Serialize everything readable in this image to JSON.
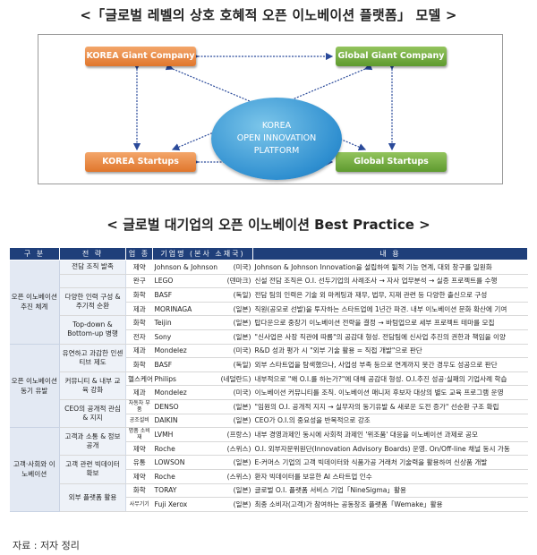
{
  "titles": {
    "model": "<「글로벌 레벨의 상호 호혜적 오픈 이노베이션 플랫폼」 모델 >",
    "best_practice": "< 글로벌 대기업의 오픈 이노베이션 Best Practice >"
  },
  "diagram": {
    "korea_giant": "KOREA Giant Company",
    "global_giant": "Global Giant Company",
    "korea_startups": "KOREA Startups",
    "global_startups": "Global Startups",
    "center": [
      "KOREA",
      "OPEN INNOVATION",
      "PLATFORM"
    ]
  },
  "table": {
    "headers": [
      "구 분",
      "전 략",
      "업 종",
      "기업명 (본사 소재국)",
      "내 용"
    ],
    "groups": [
      "오픈 이노베이션 추진 체계",
      "오픈 이노베이션 동기 유발",
      "고객·사회와 이노베이션"
    ],
    "strategies": [
      "전담 조직 발족",
      "다양한 인력 구성 & 주기적 순환",
      "Top-down & Bottom-up 병행",
      "유연하고 과감한 인센티브 제도",
      "커뮤니티 & 내부 교육 강화",
      "CEO의 공개적 관심 & 지지",
      "고객과 소통 & 정보 공개",
      "고객 관련 빅데이터 확보",
      "외부 플랫폼 활용"
    ],
    "rows": [
      {
        "industry": "제약",
        "company": "Johnson & Johnson",
        "country": "(미국)",
        "content": "Johnson & Johnson Innovation을 설립하여 될적 기능 연계, 대외 창구를 일원화"
      },
      {
        "industry": "완구",
        "company": "LEGO",
        "country": "(덴마크)",
        "content": "신설 전담 조직은 O.I. 선두기업의 사례조사 → 자사 업무분석 → 실증 프로젝트를 수행"
      },
      {
        "industry": "화학",
        "company": "BASF",
        "country": "(독일)",
        "content": "전담 팀의 인력은 기술 외 마케팅과 재무, 법무, 지재 관련 등 다양한 출신으로 구성"
      },
      {
        "industry": "제과",
        "company": "MORINAGA",
        "country": "(일본)",
        "content": "직원(공모로 선발)을 투자하는 스타트업에 1년간 파견. 내부 이노베이션 문화 확산에 기여"
      },
      {
        "industry": "화학",
        "company": "Teijin",
        "country": "(일본)",
        "content": "탑다운으로 중장기 이노베이션 전략을 결정 → 바텀업으로 세부 프로젝트 테마를 모집"
      },
      {
        "industry": "전자",
        "company": "Sony",
        "country": "(일본)",
        "content": "\"신사업은 사장 직관에 따름\"의 공감대 형성. 전담팀에 신사업 추진의 권한과 책임을 이양"
      },
      {
        "industry": "제과",
        "company": "Mondelez",
        "country": "(미국)",
        "content": "R&D 성과 평가 시 \"외부 기술 활용 = 직접 개발\"으로 판단"
      },
      {
        "industry": "화학",
        "company": "BASF",
        "country": "(독일)",
        "content": "외부 스타트업을 탐색했으나, 사업성 부족 등으로 연계까지 못간 경우도 성공으로 판단"
      },
      {
        "industry": "헬스케어",
        "company": "Philips",
        "country": "(네덜란드)",
        "content": "내부적으로 \"왜 O.I.를 하는가?\"에 대해 공감대 형성. O.I.추진 성공·실패의 기업사례 학습"
      },
      {
        "industry": "제과",
        "company": "Mondelez",
        "country": "(미국)",
        "content": "이노베이션 커뮤니티를 조직. 이노베이션 매니저 후보자 대상의 별도 교육 프로그램 운영"
      },
      {
        "industry": "자동차 부품",
        "company": "DENSO",
        "country": "(일본)",
        "content": "\"임원의 O.I. 공개적 지지 → 실무자의 동기유발 & 새로운 도전 증가\" 선순환 구조 확립"
      },
      {
        "industry": "공조설비",
        "company": "DAIKIN",
        "country": "(일본)",
        "content": "CEO가 O.I.의 중요성을 반복적으로 강조"
      },
      {
        "industry": "명품 소비재",
        "company": "LVMH",
        "country": "(프랑스)",
        "content": "내부 경영과제인 동시에 사회적 과제인 '위조품' 대응을 이노베이션 과제로 공모"
      },
      {
        "industry": "제약",
        "company": "Roche",
        "country": "(스위스)",
        "content": "O.I. 외부자문위원단(Innovation Advisory Boards) 운영. On/Off-line 채널 동시 가동"
      },
      {
        "industry": "유통",
        "company": "LOWSON",
        "country": "(일본)",
        "content": "E-커머스 기업의 고객 빅데이터와 식품가공 거래처 기술력을 활용하여 신상품 개발"
      },
      {
        "industry": "제약",
        "company": "Roche",
        "country": "(스위스)",
        "content": "환자 빅데이터를 보유한 AI 스타트업 인수"
      },
      {
        "industry": "화학",
        "company": "TORAY",
        "country": "(일본)",
        "content": "글로벌 O.I. 플랫폼 서비스 기업「NineSigma」활용"
      },
      {
        "industry": "사무기기",
        "company": "Fuji Xerox",
        "country": "(일본)",
        "content": "최종 소비자(고객)가 참여하는 공동창조 플랫폼「Wemake」활용"
      }
    ]
  },
  "source": "자료 : 저자 정리"
}
